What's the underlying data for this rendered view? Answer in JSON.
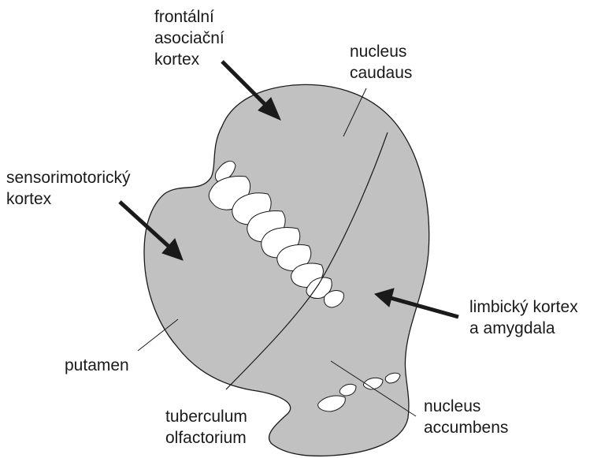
{
  "diagram": {
    "colors": {
      "region_fill": "#c1c1c1",
      "stroke": "#1a1a1a",
      "background": "#ffffff"
    },
    "labels": {
      "frontal": [
        "frontální",
        "asociační",
        "kortex"
      ],
      "caudaus": [
        "nucleus",
        "caudaus"
      ],
      "sensorimotor": [
        "sensorimotorický",
        "kortex"
      ],
      "limbic": [
        "limbický kortex",
        "a amygdala"
      ],
      "putamen": [
        "putamen"
      ],
      "tuberculum": [
        "tuberculum",
        "olfactorium"
      ],
      "accumbens": [
        "nucleus",
        "accumbens"
      ]
    }
  }
}
